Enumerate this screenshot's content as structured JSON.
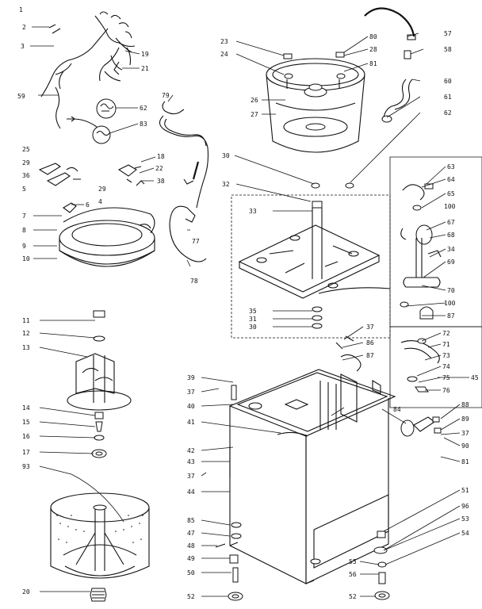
{
  "labels": {
    "n1": "1",
    "n2": "2",
    "n3": "3",
    "n59": "59",
    "n19": "19",
    "n21": "21",
    "n62a": "62",
    "n83": "83",
    "n79": "79",
    "n25": "25",
    "n29a": "29",
    "n36": "36",
    "n5": "5",
    "n7": "7",
    "n8": "8",
    "n9": "9",
    "n10": "10",
    "n18": "18",
    "n22": "22",
    "n38a": "38",
    "n29b": "29",
    "n6": "6",
    "n4": "4",
    "n77": "77",
    "n78": "78",
    "n23": "23",
    "n24": "24",
    "n80": "80",
    "n28": "28",
    "n81a": "81",
    "n57": "57",
    "n58": "58",
    "n60": "60",
    "n61": "61",
    "n62b": "62",
    "n26": "26",
    "n27": "27",
    "n30a": "30",
    "n32": "32",
    "n33": "33",
    "n63": "63",
    "n64": "64",
    "n65": "65",
    "n100a": "100",
    "n67": "67",
    "n68": "68",
    "n34": "34",
    "n69": "69",
    "n70": "70",
    "n100b": "100",
    "n87": "87",
    "n35": "35",
    "n31": "31",
    "n30b": "30",
    "n11": "11",
    "n12": "12",
    "n13": "13",
    "n14": "14",
    "n15": "15",
    "n16": "16",
    "n17": "17",
    "n93": "93",
    "n20": "20",
    "n37a": "37",
    "n86": "86",
    "n87b": "87",
    "n72": "72",
    "n71": "71",
    "n73": "73",
    "n74": "74",
    "n75": "75",
    "n76": "76",
    "n45": "45",
    "n39": "39",
    "n37b": "37",
    "n40": "40",
    "n41": "41",
    "n42": "42",
    "n43": "43",
    "n37c": "37",
    "n44": "44",
    "n85": "85",
    "n47": "47",
    "n48": "48",
    "n49": "49",
    "n50": "50",
    "n52a": "52",
    "n84": "84",
    "n88": "88",
    "n89": "89",
    "n37d": "37",
    "n90": "90",
    "n81b": "81",
    "n51": "51",
    "n96": "96",
    "n53": "53",
    "n54": "54",
    "n55": "55",
    "n56": "56",
    "n52b": "52"
  }
}
